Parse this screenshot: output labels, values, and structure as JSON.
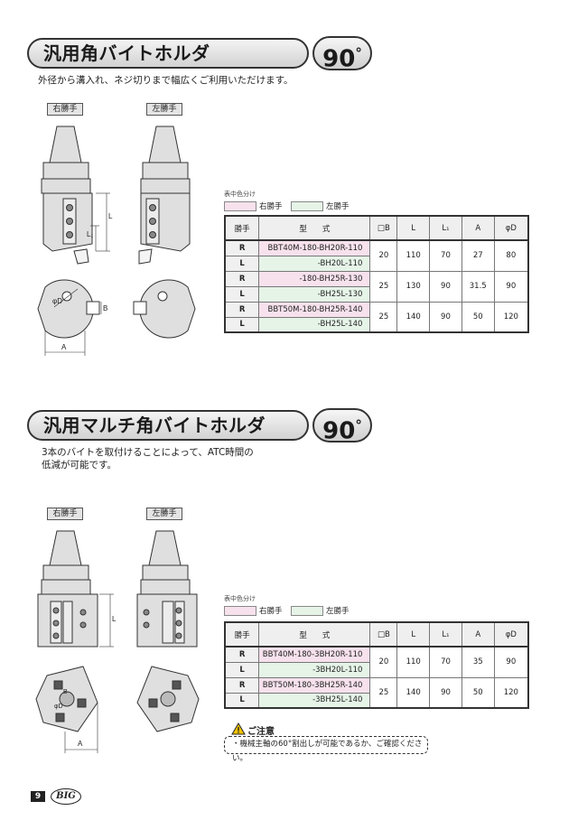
{
  "section1": {
    "title": "汎用角バイトホルダ",
    "angle": "90",
    "angle_unit": "°",
    "description": "外径から溝入れ、ネジ切りまで幅広くご利用いただけます。",
    "right_label": "右勝手",
    "left_label": "左勝手",
    "dim_labels": {
      "L": "L",
      "L1": "L₁",
      "B": "B",
      "D": "φD",
      "A": "A"
    },
    "legend_note": "表中色分け",
    "legend_right": "右勝手",
    "legend_left": "左勝手",
    "table": {
      "headers": [
        "勝手",
        "型　　式",
        "□B",
        "L",
        "L₁",
        "A",
        "φD"
      ],
      "rows": [
        {
          "hand": "R",
          "model": "BBT40M-180-BH20R-110"
        },
        {
          "hand": "L",
          "model": "-BH20L-110"
        },
        {
          "hand": "R",
          "model": "-180-BH25R-130"
        },
        {
          "hand": "L",
          "model": "-BH25L-130"
        },
        {
          "hand": "R",
          "model": "BBT50M-180-BH25R-140"
        },
        {
          "hand": "L",
          "model": "-BH25L-140"
        }
      ],
      "groups": [
        {
          "B": "20",
          "L": "110",
          "L1": "70",
          "A": "27",
          "D": "80"
        },
        {
          "B": "25",
          "L": "130",
          "L1": "90",
          "A": "31.5",
          "D": "90"
        },
        {
          "B": "25",
          "L": "140",
          "L1": "90",
          "A": "50",
          "D": "120"
        }
      ]
    }
  },
  "section2": {
    "title": "汎用マルチ角バイトホルダ",
    "angle": "90",
    "angle_unit": "°",
    "description_line1": "3本のバイトを取付けることによって、ATC時間の",
    "description_line2": "低減が可能です。",
    "right_label": "右勝手",
    "left_label": "左勝手",
    "dim_labels": {
      "L": "L",
      "B": "B",
      "D": "φD",
      "A": "A"
    },
    "legend_note": "表中色分け",
    "legend_right": "右勝手",
    "legend_left": "左勝手",
    "table": {
      "headers": [
        "勝手",
        "型　　式",
        "□B",
        "L",
        "L₁",
        "A",
        "φD"
      ],
      "rows": [
        {
          "hand": "R",
          "model": "BBT40M-180-3BH20R-110"
        },
        {
          "hand": "L",
          "model": "-3BH20L-110"
        },
        {
          "hand": "R",
          "model": "BBT50M-180-3BH25R-140"
        },
        {
          "hand": "L",
          "model": "-3BH25L-140"
        }
      ],
      "groups": [
        {
          "B": "20",
          "L": "110",
          "L1": "70",
          "A": "35",
          "D": "90"
        },
        {
          "B": "25",
          "L": "140",
          "L1": "90",
          "A": "50",
          "D": "120"
        }
      ]
    },
    "caution_title": "ご注意",
    "caution_text": "・機械主軸の60°割出しが可能であるか、ご確認ください。"
  },
  "footer": {
    "page": "9",
    "brand": "BIG"
  }
}
